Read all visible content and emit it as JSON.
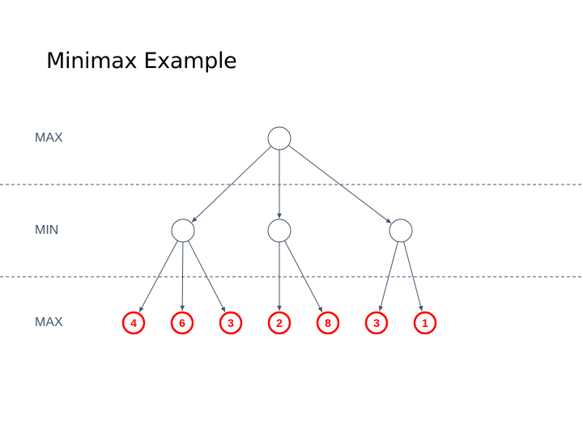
{
  "title": "Minimax Example",
  "levels": {
    "top": "MAX",
    "middle": "MIN",
    "bottom": "MAX"
  },
  "tree": {
    "root": {
      "children": [
        {
          "leaves": [
            "4",
            "6",
            "3"
          ]
        },
        {
          "leaves": [
            "2",
            "8"
          ]
        },
        {
          "leaves": [
            "3",
            "1"
          ]
        }
      ]
    }
  },
  "colors": {
    "leaf": "#ff0000",
    "line": "#44546a",
    "label": "#44546a"
  }
}
